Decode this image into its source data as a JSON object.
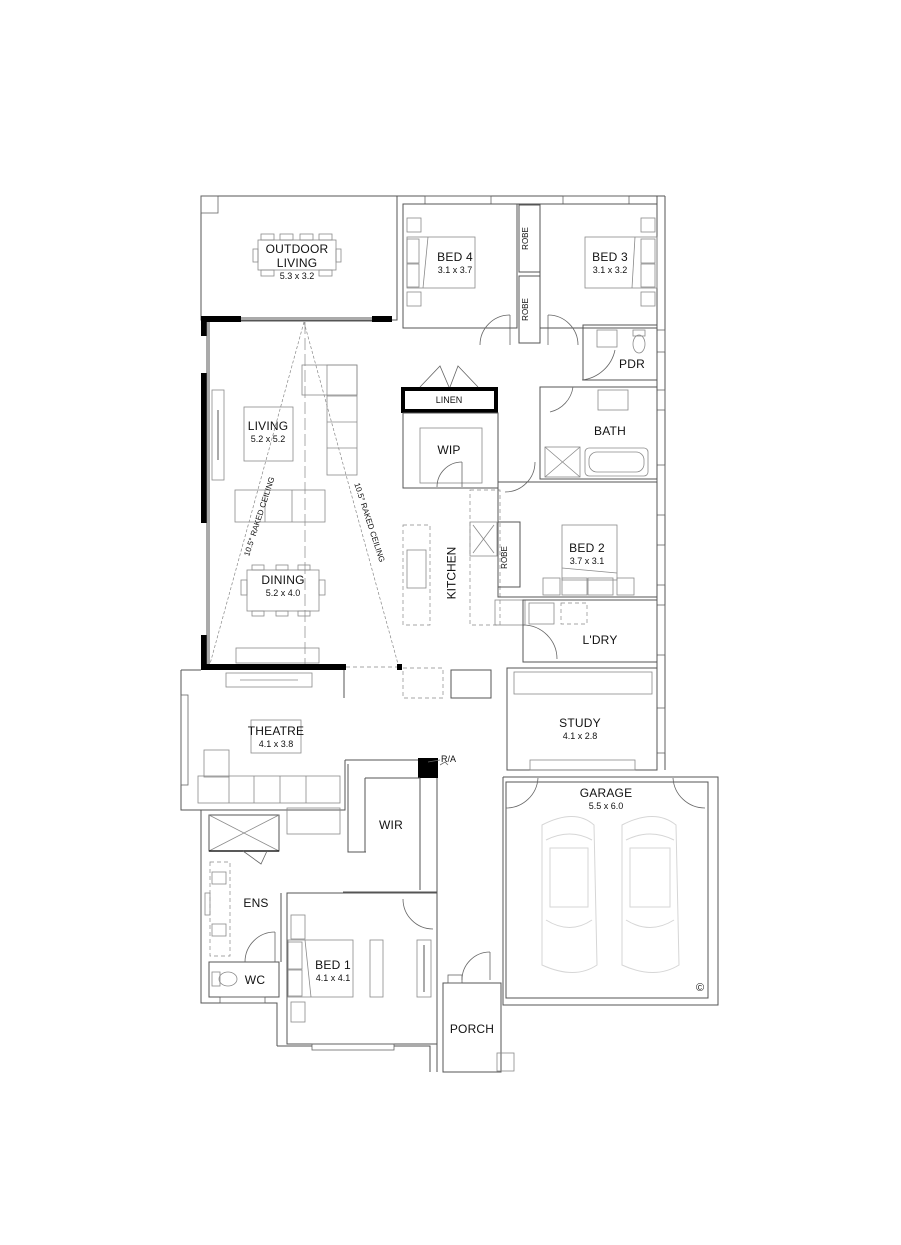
{
  "plan": {
    "rooms": [
      {
        "id": "outdoor-living",
        "name": "OUTDOOR\nLIVING",
        "name_line1": "OUTDOOR",
        "name_line2": "LIVING",
        "dims": "5.3 x 3.2"
      },
      {
        "id": "bed-4",
        "name": "BED 4",
        "dims": "3.1 x 3.7"
      },
      {
        "id": "bed-3",
        "name": "BED 3",
        "dims": "3.1 x 3.2"
      },
      {
        "id": "pdr",
        "name": "PDR"
      },
      {
        "id": "linen",
        "name": "LINEN"
      },
      {
        "id": "living",
        "name": "LIVING",
        "dims": "5.2 x 5.2"
      },
      {
        "id": "wip",
        "name": "WIP"
      },
      {
        "id": "bath",
        "name": "BATH"
      },
      {
        "id": "kitchen",
        "name": "KITCHEN"
      },
      {
        "id": "bed-2",
        "name": "BED 2",
        "dims": "3.7 x 3.1"
      },
      {
        "id": "dining",
        "name": "DINING",
        "dims": "5.2 x 4.0"
      },
      {
        "id": "ldry",
        "name": "L'DRY"
      },
      {
        "id": "theatre",
        "name": "THEATRE",
        "dims": "4.1 x 3.8"
      },
      {
        "id": "study",
        "name": "STUDY",
        "dims": "4.1 x 2.8"
      },
      {
        "id": "garage",
        "name": "GARAGE",
        "dims": "5.5 x 6.0"
      },
      {
        "id": "wir",
        "name": "WIR"
      },
      {
        "id": "ens",
        "name": "ENS"
      },
      {
        "id": "bed-1",
        "name": "BED 1",
        "dims": "4.1 x 4.1"
      },
      {
        "id": "wc",
        "name": "WC"
      },
      {
        "id": "porch",
        "name": "PORCH"
      }
    ],
    "robes": [
      "ROBE",
      "ROBE",
      "ROBE"
    ],
    "annotations": {
      "raked_ceiling_left": "10.5° RAKED CEILING",
      "raked_ceiling_right": "10.5° RAKED CEILING",
      "ra": "R/A",
      "copyright": "©"
    },
    "colors": {
      "wall": "#555555",
      "thick_wall": "#000000",
      "furniture": "#8a8a8a",
      "car": "#d6d6d6",
      "background": "#ffffff"
    }
  }
}
